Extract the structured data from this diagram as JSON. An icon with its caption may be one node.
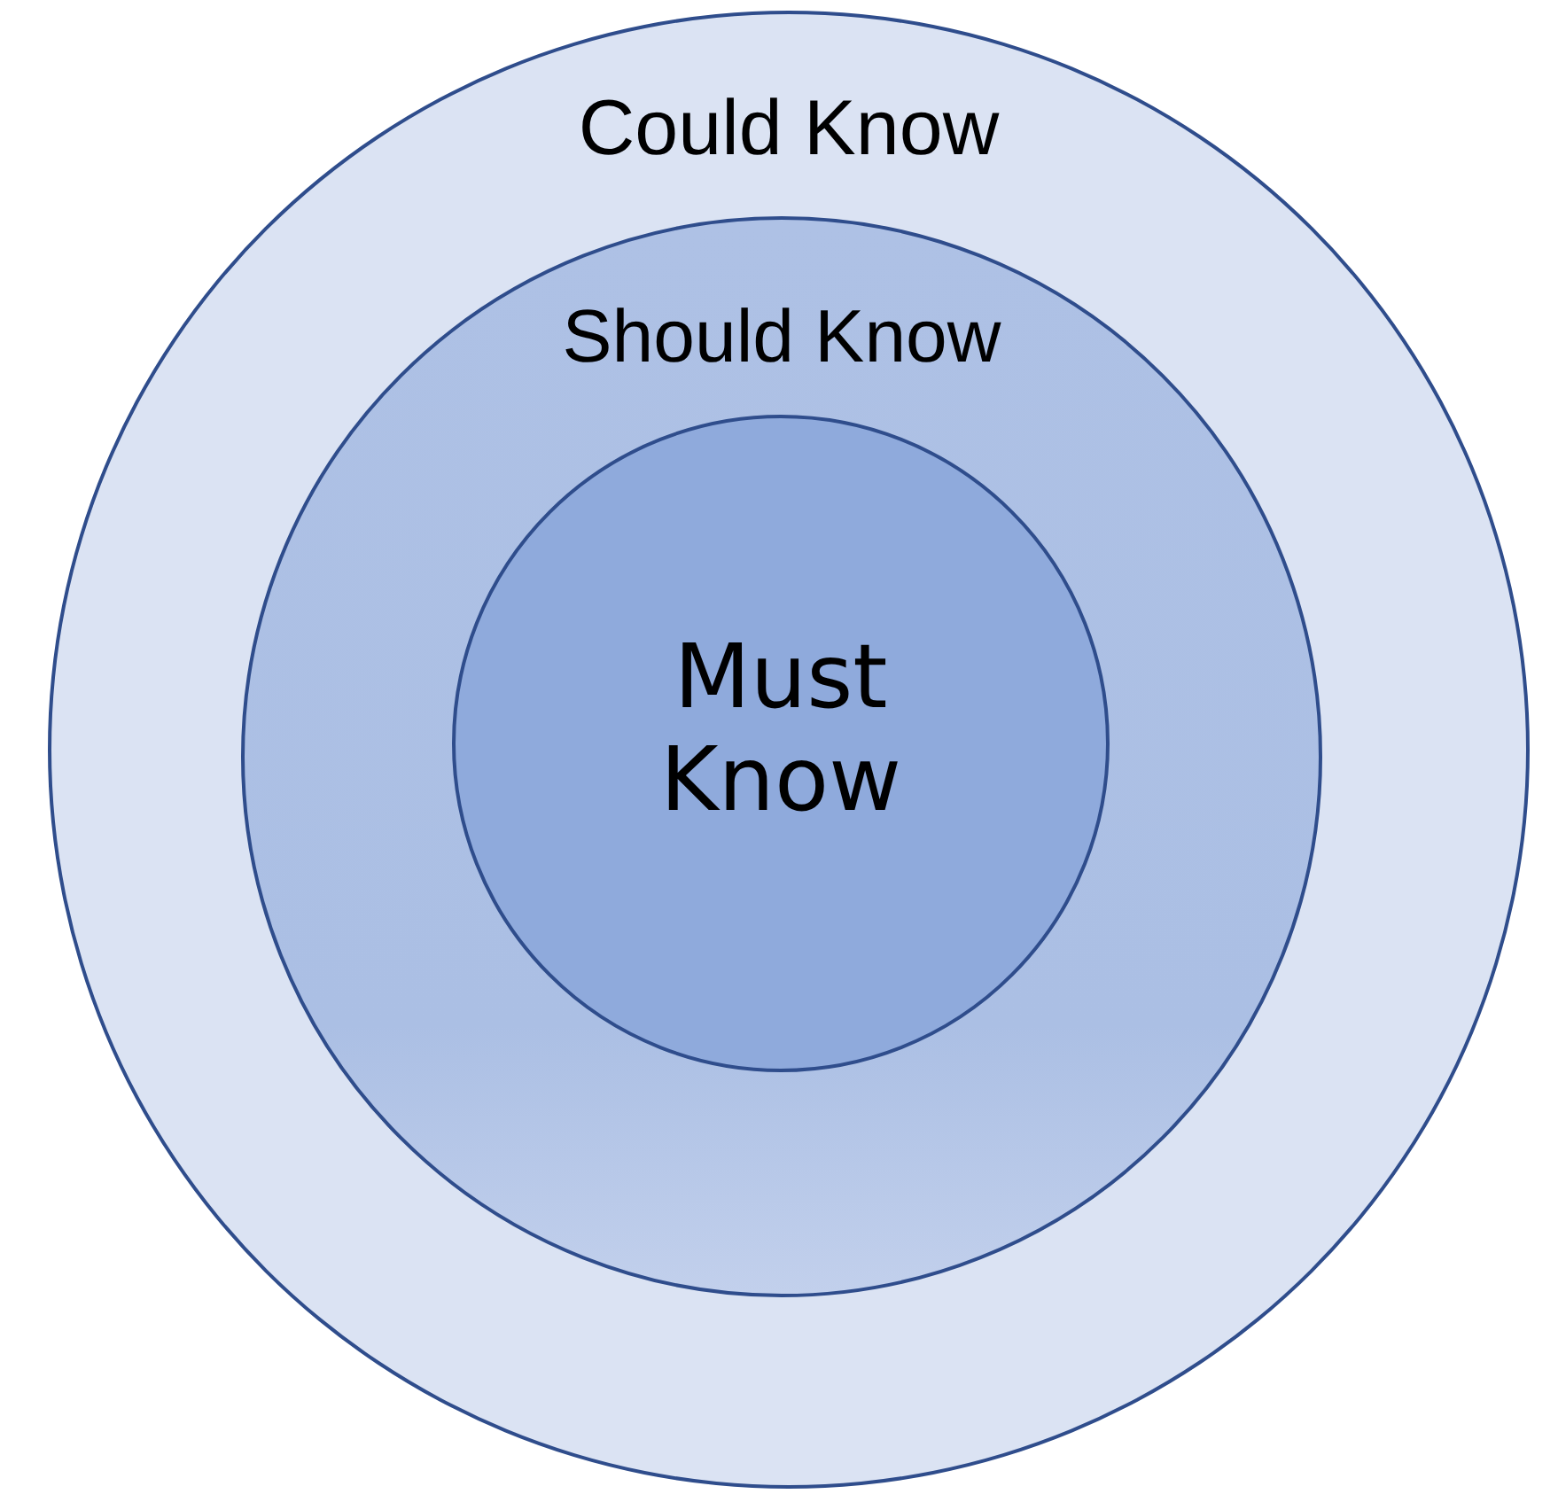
{
  "diagram": {
    "nodes": [
      {
        "text": [
          "Could Know"
        ]
      },
      {
        "text": [
          "Should Know"
        ],
        "in": 0
      },
      {
        "text": [
          "Must Know"
        ],
        "in": 1
      }
    ]
  }
}
